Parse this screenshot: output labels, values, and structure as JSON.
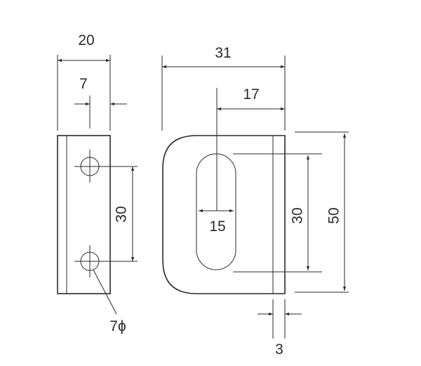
{
  "dimensions": {
    "width_overall": "20",
    "hole_offset": "7",
    "hole_spacing": "30",
    "hole_diameter": "7ϕ",
    "length_overall": "31",
    "slot_offset": "17",
    "slot_width": "15",
    "slot_length": "30",
    "height_overall": "50",
    "thickness": "3"
  },
  "colors": {
    "line": "#2a2a2a",
    "background": "#ffffff"
  }
}
